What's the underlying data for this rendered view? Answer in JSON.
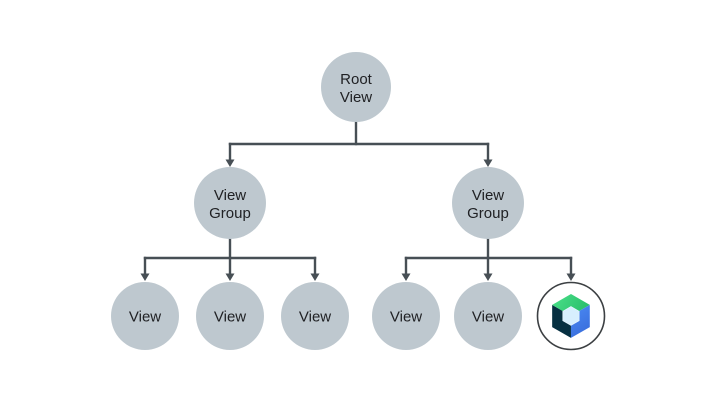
{
  "diagram": {
    "name": "android-view-hierarchy-tree",
    "colors": {
      "background": "#ffffff",
      "node_fill": "#bec8cf",
      "connector": "#474f55",
      "label_text": "#202124",
      "compose_ring": "#3c4043",
      "compose_circle_fill": "#ffffff",
      "compose_navy": "#073042",
      "compose_green_light": "#4be18a",
      "compose_green_dark": "#2bc06c",
      "compose_blue_light": "#4b8bf5",
      "compose_blue_dark": "#3a6fdd",
      "compose_inner": "#d7effe"
    },
    "nodes": {
      "root": {
        "line1": "Root",
        "line2": "View"
      },
      "group_left": {
        "line1": "View",
        "line2": "Group"
      },
      "group_right": {
        "line1": "View",
        "line2": "Group"
      },
      "view_left_1": {
        "label": "View"
      },
      "view_left_2": {
        "label": "View"
      },
      "view_left_3": {
        "label": "View"
      },
      "view_right_1": {
        "label": "View"
      },
      "view_right_2": {
        "label": "View"
      },
      "compose": {
        "icon": "jetpack-compose-logo-icon"
      }
    }
  }
}
